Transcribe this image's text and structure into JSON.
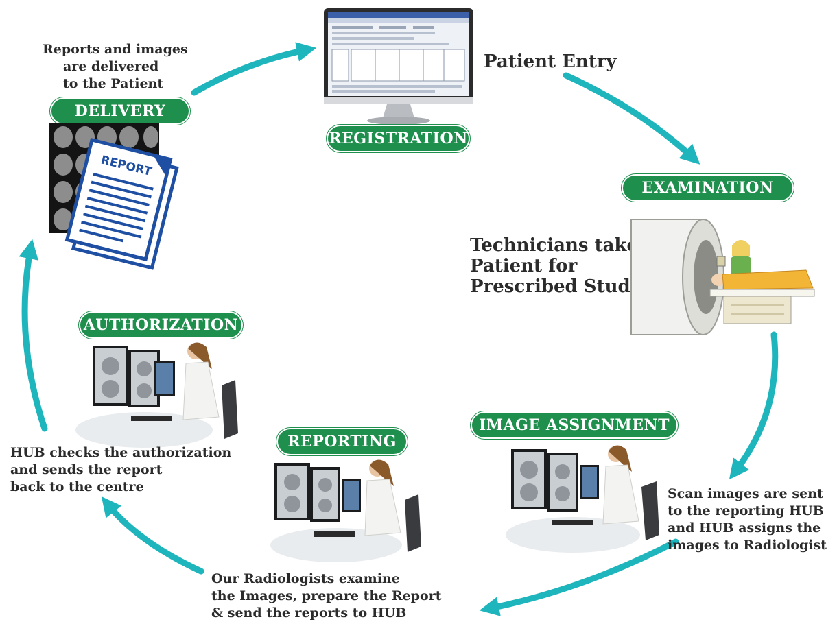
{
  "stages": {
    "registration": {
      "label": "REGISTRATION",
      "caption": [
        "Patient Entry"
      ]
    },
    "examination": {
      "label": "EXAMINATION",
      "caption": [
        "Technicians takes",
        "Patient for",
        "Prescribed Study"
      ]
    },
    "image_assignment": {
      "label": "IMAGE ASSIGNMENT",
      "caption": [
        "Scan images are sent",
        "to the reporting HUB",
        "and HUB assigns the",
        "images to Radiologist"
      ]
    },
    "reporting": {
      "label": "REPORTING",
      "caption": [
        "Our Radiologists examine",
        "the Images, prepare the Report",
        "& send the reports to HUB"
      ]
    },
    "authorization": {
      "label": "AUTHORIZATION",
      "caption": [
        "HUB checks the authorization",
        "and sends the report",
        "back to the centre"
      ]
    },
    "delivery": {
      "label": "DELIVERY",
      "caption": [
        "Reports and images",
        "are delivered",
        "to the Patient"
      ]
    }
  },
  "report_doc_label": "REPORT",
  "colors": {
    "pill": "#1f8f4e",
    "arrow": "#1fb5bd",
    "text": "#2b2b2b"
  }
}
